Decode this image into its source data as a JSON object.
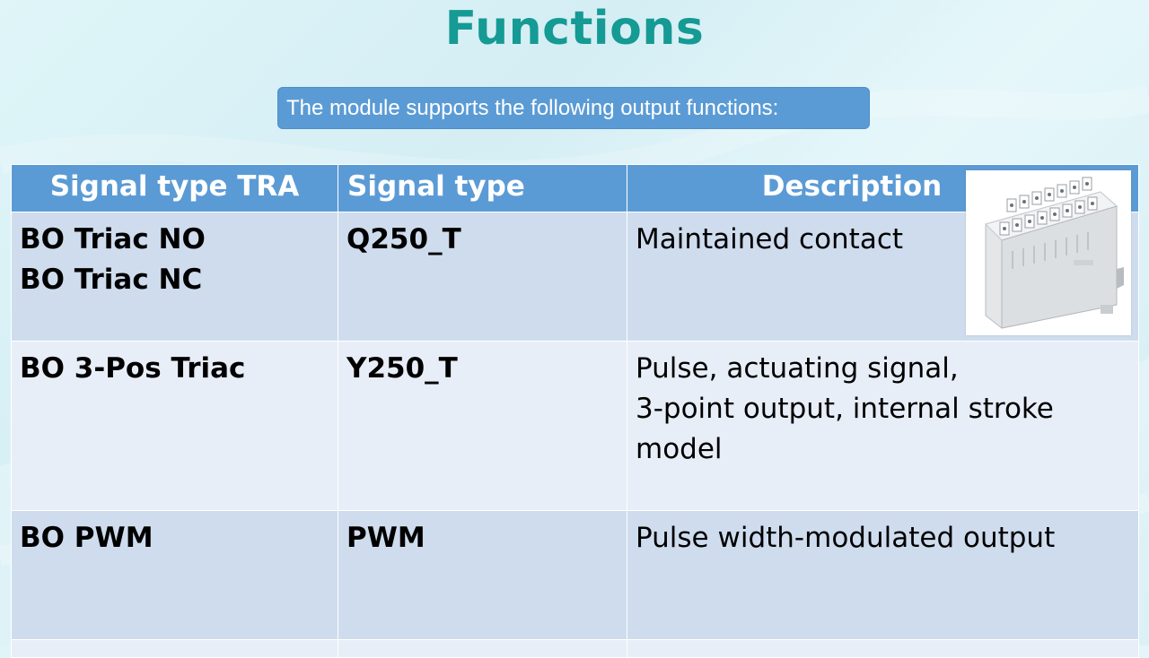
{
  "slide": {
    "title": "Functions",
    "subtitle": "The module supports the following output functions:"
  },
  "table": {
    "headers": [
      "Signal type TRA",
      "Signal type",
      "Description"
    ],
    "rows": [
      {
        "signal_type_tra": [
          "BO Triac NO",
          "BO Triac NC"
        ],
        "signal_type": "Q250_T",
        "description": [
          "Maintained contact"
        ]
      },
      {
        "signal_type_tra": [
          "BO 3-Pos Triac"
        ],
        "signal_type": "Y250_T",
        "description": [
          "Pulse, actuating signal,",
          "3-point output, internal stroke",
          "model"
        ]
      },
      {
        "signal_type_tra": [
          "BO PWM"
        ],
        "signal_type": "PWM",
        "description": [
          "Pulse width-modulated output"
        ]
      }
    ]
  },
  "colors": {
    "title": "#159a94",
    "header_bg": "#5b9bd5",
    "row_dark": "#cfdcee",
    "row_light": "#e8eef7"
  }
}
